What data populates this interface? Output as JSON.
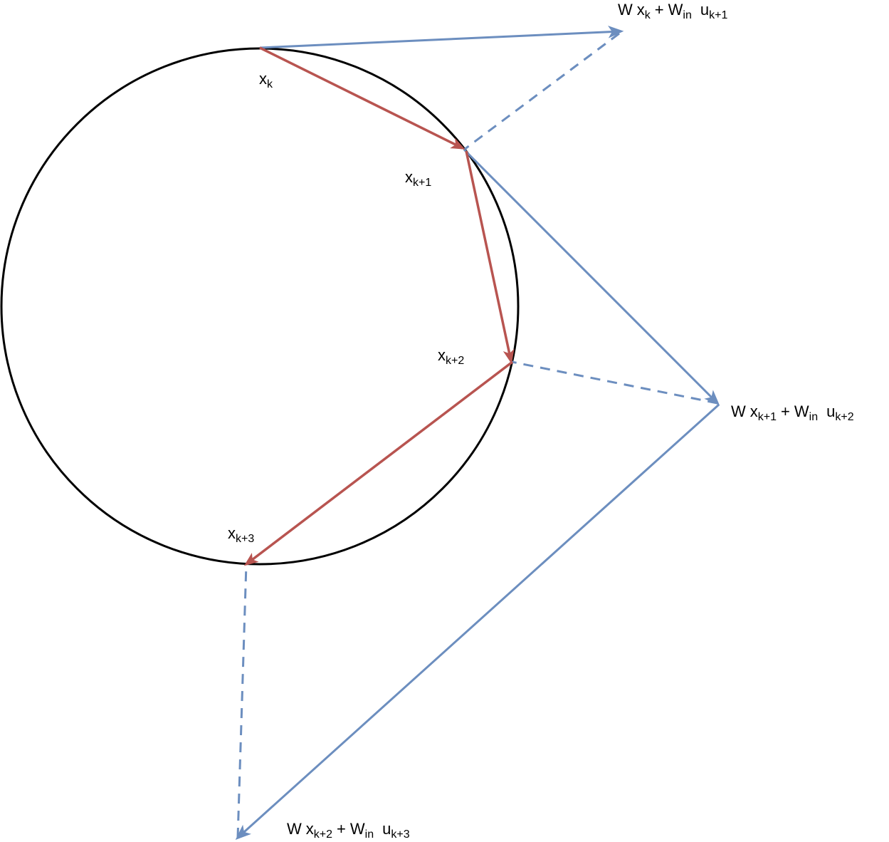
{
  "colors": {
    "circle": "#000000",
    "state_arrow": "#b85450",
    "projection_arrow": "#6c8ebf"
  },
  "states": {
    "xk": {
      "base": "x",
      "sub": "k"
    },
    "xk1": {
      "base": "x",
      "sub": "k+1"
    },
    "xk2": {
      "base": "x",
      "sub": "k+2"
    },
    "xk3": {
      "base": "x",
      "sub": "k+3"
    }
  },
  "updates": {
    "u1": {
      "w": "W",
      "x": "x",
      "x_sub": "k",
      "plus": "+",
      "win": "W",
      "win_sub": "in",
      "u": "u",
      "u_sub": "k+1"
    },
    "u2": {
      "w": "W",
      "x": "x",
      "x_sub": "k+1",
      "plus": "+",
      "win": "W",
      "win_sub": "in",
      "u": "u",
      "u_sub": "k+2"
    },
    "u3": {
      "w": "W",
      "x": "x",
      "x_sub": "k+2",
      "plus": "+",
      "win": "W",
      "win_sub": "in",
      "u": "u",
      "u_sub": "k+3"
    }
  }
}
